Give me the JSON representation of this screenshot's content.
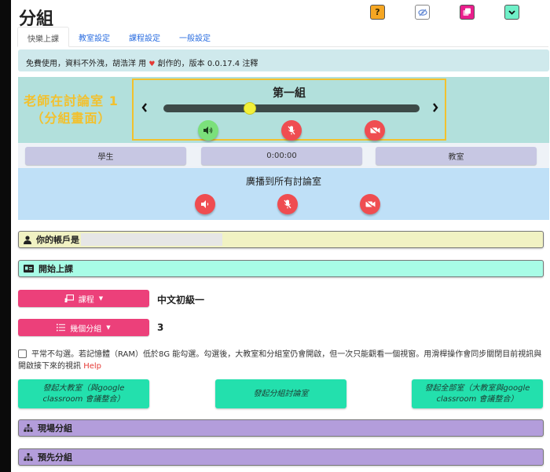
{
  "header": {
    "title": "分組",
    "icons": [
      {
        "name": "help-icon",
        "glyph": "?",
        "color": "#f5a623"
      },
      {
        "name": "eye-slash-icon",
        "glyph": "◉",
        "color": "#ffffff"
      },
      {
        "name": "copy-icon",
        "glyph": "❐",
        "color": "#e91e8c"
      },
      {
        "name": "chevron-down-icon",
        "glyph": "⌄",
        "color": "#6ff0c8"
      }
    ]
  },
  "tabs": [
    {
      "label": "快樂上課",
      "active": true
    },
    {
      "label": "教室設定",
      "active": false
    },
    {
      "label": "課程設定",
      "active": false
    },
    {
      "label": "一般設定",
      "active": false
    }
  ],
  "notice": {
    "before": "免費使用，資料不外洩，胡浩洋 用",
    "heart": "♥",
    "after": " 創作的，版本 0.0.17.4 注釋"
  },
  "group_panel": {
    "teacher_label_line1": "老師在討論室 1",
    "teacher_label_line2": "（分組畫面）",
    "group_name": "第一組",
    "prev": "‹",
    "next": "›",
    "slider_position_percent": 33,
    "controls": [
      {
        "name": "speaker-on-icon",
        "glyph": "🔊",
        "state": "on",
        "color": "#7be07b"
      },
      {
        "name": "mic-off-icon",
        "glyph": "✕",
        "state": "off",
        "color": "#ef4d51"
      },
      {
        "name": "video-off-icon",
        "glyph": "▣",
        "state": "off",
        "color": "#ef4d51"
      }
    ]
  },
  "status_row": {
    "students": "學生",
    "timer": "0:00:00",
    "classroom": "教室"
  },
  "broadcast": {
    "title": "廣播到所有討論室",
    "controls": [
      {
        "name": "speaker-icon",
        "glyph": "🔈"
      },
      {
        "name": "mic-off-icon",
        "glyph": "✕"
      },
      {
        "name": "video-off-icon",
        "glyph": "▣"
      }
    ]
  },
  "account": {
    "icon": "👤",
    "label": "你的帳戶是",
    "value": ""
  },
  "start_class": {
    "icon": "▤",
    "label": "開始上課"
  },
  "course": {
    "button_label": "課程",
    "value": "中文初級一"
  },
  "group_count": {
    "button_label": "幾個分組",
    "value": "3"
  },
  "option": {
    "checked": false,
    "text": "平常不勾選。若記憶體（RAM）低於8G 能勾選。勾選後，大教室和分組室仍會開啟，但一次只能觀看一個視窗。用滑桿操作會同步關閉目前視訊與開啟接下來的視訊",
    "help_link": "Help"
  },
  "launch_buttons": [
    {
      "label": "發起大教室（與google classroom 會議整合）"
    },
    {
      "label": "發起分組討論室"
    },
    {
      "label": "發起全部室（大教室與google classroom 會議整合）"
    }
  ],
  "sections": {
    "onsite": "現場分組",
    "preset": "預先分組",
    "icon": "⛶"
  },
  "colors": {
    "accent_pink": "#ec407a",
    "accent_green": "#23e0ad",
    "purple_bar": "#b39ddb",
    "yellow_border": "#f2c12e"
  }
}
